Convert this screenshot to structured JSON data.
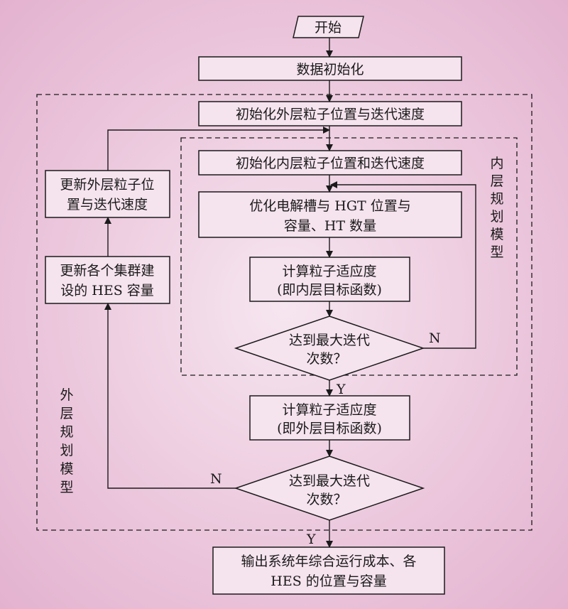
{
  "nodes": {
    "start": "开始",
    "init_data": "数据初始化",
    "init_outer": "初始化外层粒子位置与迭代速度",
    "init_inner": "初始化内层粒子位置和迭代速度",
    "optimize": [
      "优化电解槽与 HGT 位置与",
      "容量、HT 数量"
    ],
    "inner_fitness": [
      "计算粒子适应度",
      "(即内层目标函数)"
    ],
    "inner_decision": [
      "达到最大迭代",
      "次数？"
    ],
    "outer_fitness": [
      "计算粒子适应度",
      "(即外层目标函数)"
    ],
    "outer_decision": [
      "达到最大迭代",
      "次数？"
    ],
    "output": [
      "输出系统年综合运行成本、各",
      "HES 的位置与容量"
    ],
    "update_velocity": [
      "更新外层粒子位",
      "置与迭代速度"
    ],
    "update_capacity": [
      "更新各个集群建",
      "设的 HES 容量"
    ]
  },
  "edge_labels": {
    "inner_no": "N",
    "inner_yes": "Y",
    "outer_no": "N",
    "outer_yes": "Y"
  },
  "region_labels": {
    "inner_model": [
      "内",
      "层",
      "规",
      "划",
      "模",
      "型"
    ],
    "outer_model": [
      "外",
      "层",
      "规",
      "划",
      "模",
      "型"
    ]
  }
}
